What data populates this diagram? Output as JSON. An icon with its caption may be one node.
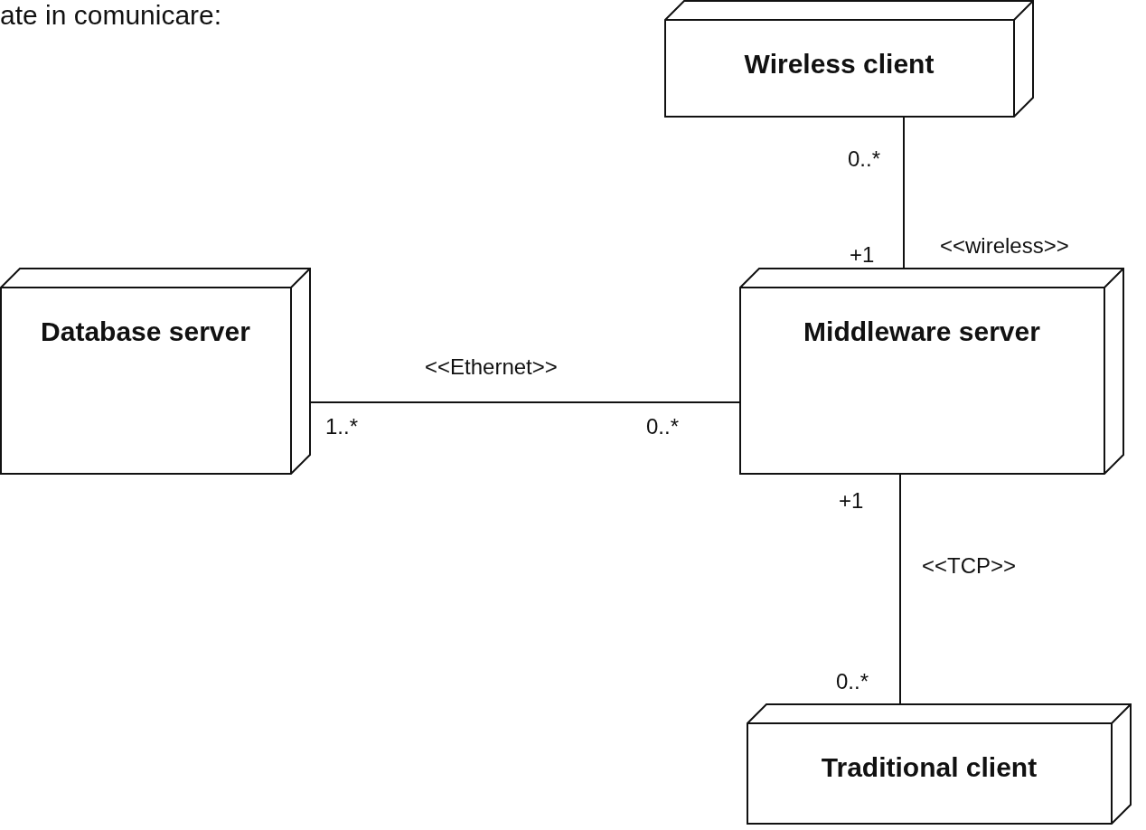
{
  "diagram": {
    "nodes": [
      {
        "text": [
          "Wireless client"
        ]
      },
      {
        "text": [
          "Database server"
        ]
      },
      {
        "text": [
          "Middleware server"
        ]
      },
      {
        "text": [
          "Traditional client"
        ]
      }
    ],
    "edges": [
      {
        "from": 0,
        "to": 2,
        "arrow": "none",
        "label": "<<wireless>>"
      },
      {
        "from": 1,
        "to": 2,
        "arrow": "none",
        "label": "<<Ethernet>>"
      },
      {
        "from": 2,
        "to": 3,
        "arrow": "none",
        "label": "<<TCP>>"
      }
    ],
    "labels": [
      "ate in comunicare:",
      "0..*",
      "+1",
      "1..*",
      "0..*",
      "+1",
      "0..*"
    ]
  }
}
